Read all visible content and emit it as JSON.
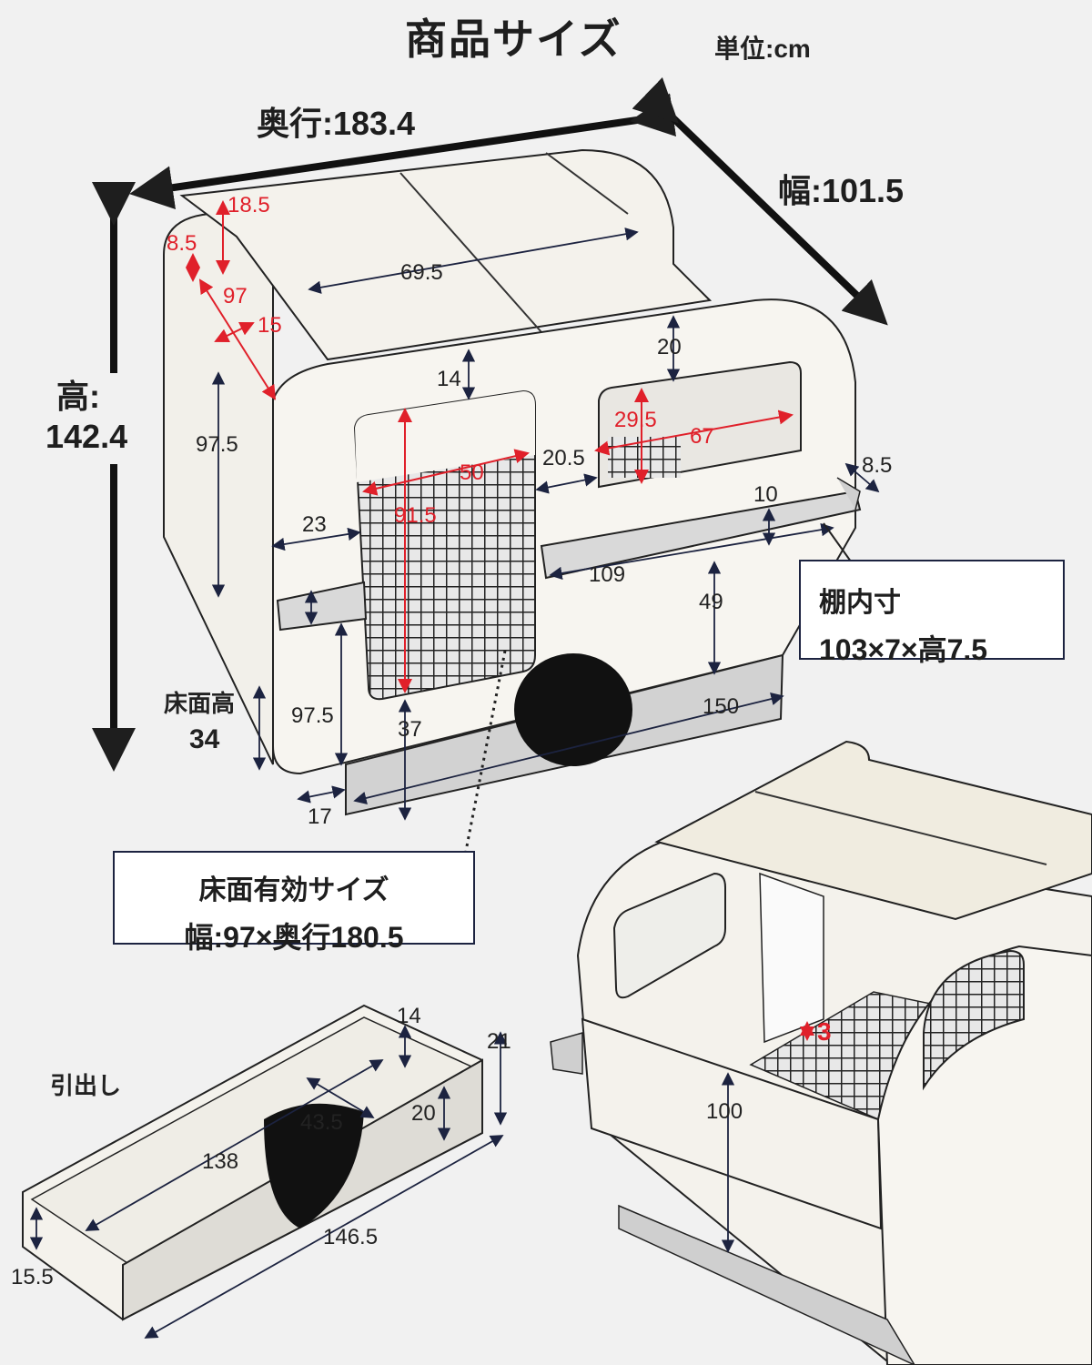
{
  "title": "商品サイズ",
  "unit": "単位:cm",
  "overall": {
    "depth": "奥行:183.4",
    "width": "幅:101.5",
    "height_label": "高:",
    "height_value": "142.4"
  },
  "dims": {
    "d18_5": "18.5",
    "d8_5_left": "8.5",
    "d97_red": "97",
    "d15": "15",
    "d69_5": "69.5",
    "d14_top": "14",
    "d20_top": "20",
    "d29_5": "29.5",
    "d67": "67",
    "d50": "50",
    "d20_5": "20.5",
    "d8_5_right": "8.5",
    "d10": "10",
    "d97_5_side": "97.5",
    "d91_5": "91.5",
    "d23": "23",
    "d109": "109",
    "d49": "49",
    "d97_5_front": "97.5",
    "d37": "37",
    "d150": "150",
    "d17": "17",
    "floor_height_label": "床面高",
    "floor_height_value": "34"
  },
  "shelf_callout": {
    "line1": "棚内寸",
    "line2": "103×7×高7.5"
  },
  "floor_callout": {
    "line1": "床面有効サイズ",
    "line2": "幅:97×奥行180.5"
  },
  "drawer": {
    "label": "引出し",
    "d14": "14",
    "d21": "21",
    "d20": "20",
    "d43_5": "43.5",
    "d138": "138",
    "d146_5": "146.5",
    "d15_5": "15.5"
  },
  "inner": {
    "d3": "3",
    "d100": "100"
  },
  "colors": {
    "accent_red": "#e0202a",
    "dim_line": "#1c2340",
    "panel": "#f7f5f0",
    "background": "#f1f1f1"
  }
}
